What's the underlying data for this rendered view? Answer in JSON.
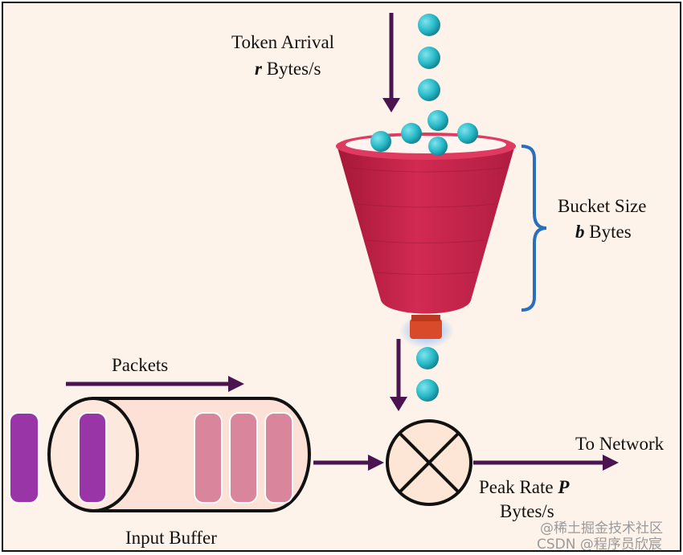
{
  "labels": {
    "token_arrival": "Token Arrival",
    "token_rate_var": "r",
    "token_rate_unit": " Bytes/s",
    "bucket_size": "Bucket Size",
    "bucket_size_var": "b",
    "bucket_size_unit": " Bytes",
    "packets": "Packets",
    "input_buffer": "Input Buffer",
    "to_network": "To Network",
    "peak_rate": "Peak Rate ",
    "peak_rate_var": "P",
    "peak_rate_unit": "Bytes/s"
  },
  "watermark": {
    "line1": "@稀土掘金技术社区",
    "line2": "CSDN @程序员欣宸"
  },
  "colors": {
    "arrow": "#4a1450",
    "bucket": "#c8244a",
    "bucket_dark": "#a51837",
    "bucket_rim": "#e03a60",
    "token": "#27b9c8",
    "bracket": "#2a6fbd",
    "packet_dark": "#9a35a8",
    "packet_light": "#d9859c",
    "buffer_fill": "#fde0d6",
    "regulator_fill": "#fde6d6"
  }
}
